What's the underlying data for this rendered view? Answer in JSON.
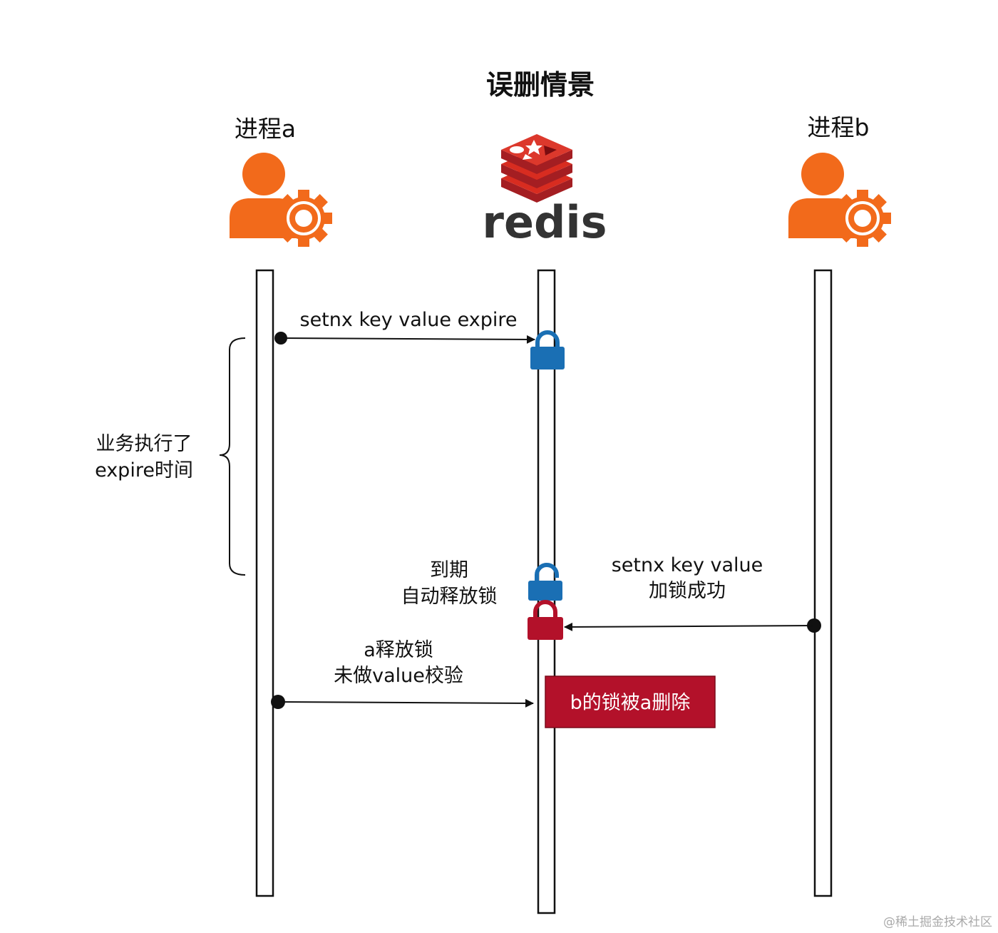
{
  "title": "误删情景",
  "actors": {
    "process_a": "进程a",
    "redis": "redis",
    "process_b": "进程b"
  },
  "messages": {
    "a_setnx": "setnx key value expire",
    "b_setnx_line1": "setnx key value",
    "b_setnx_line2": "加锁成功",
    "a_release_line1": "a释放锁",
    "a_release_line2": "未做value校验"
  },
  "annotations": {
    "business_line1": "业务执行了",
    "business_line2": "expire时间",
    "expire_line1": "到期",
    "expire_line2": "自动释放锁"
  },
  "note": {
    "text": "b的锁被a删除"
  },
  "watermark": "@稀土掘金技术社区",
  "colors": {
    "actor_orange": "#f26a1b",
    "lock_blue": "#1a6fb4",
    "lock_red": "#b3112a",
    "redis_red": "#c4161c",
    "note_red": "#b3112a"
  },
  "icons": [
    "user-gear-icon",
    "redis-logo-icon",
    "lock-closed-icon",
    "lock-open-icon"
  ]
}
